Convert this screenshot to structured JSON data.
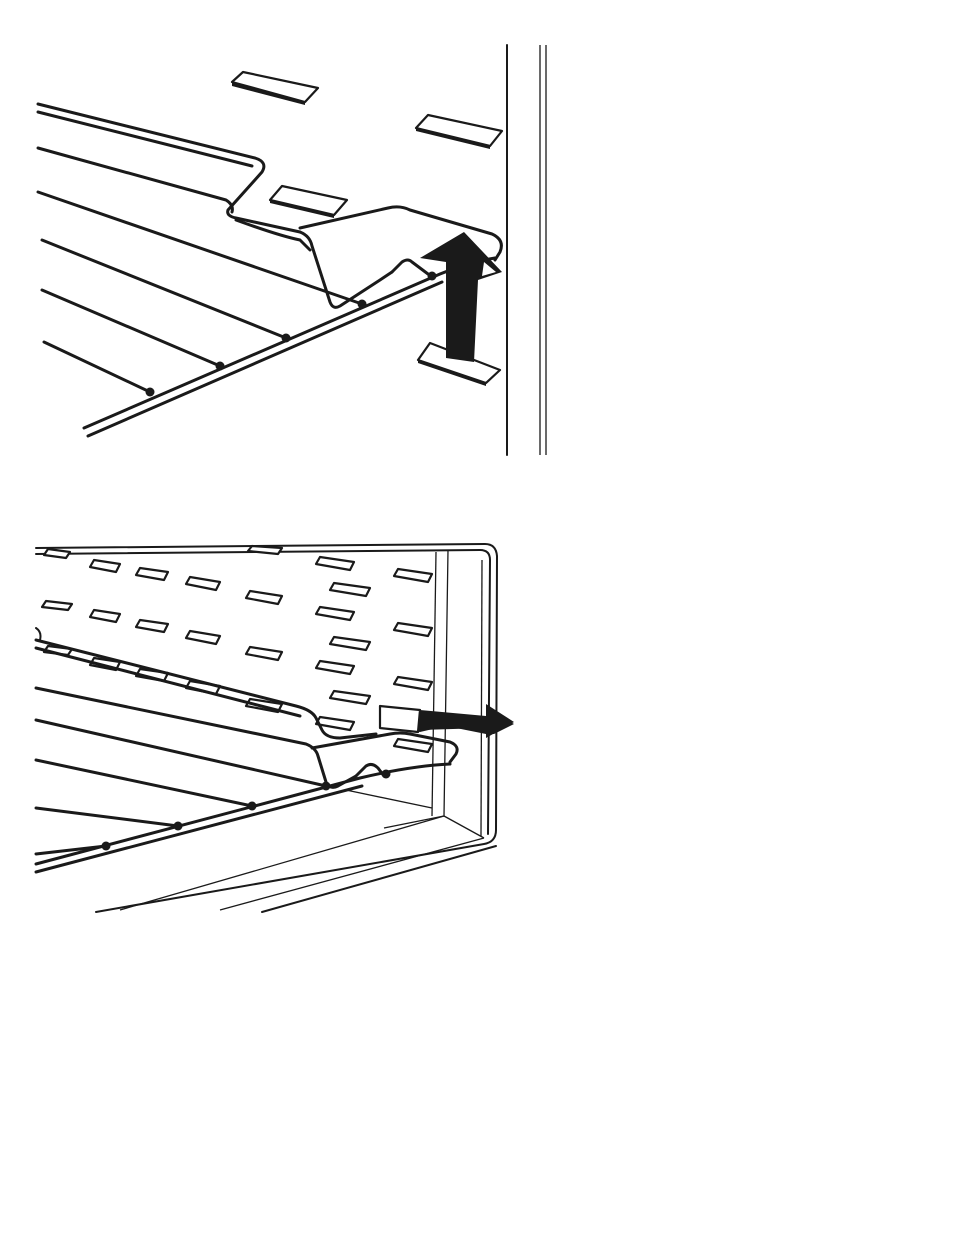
{
  "figures": [
    {
      "id": "remove-rack-step-1",
      "arrow": "up"
    },
    {
      "id": "remove-rack-step-2",
      "arrow": "out"
    }
  ],
  "colors": {
    "line": "#1a1a1a",
    "background": "#ffffff"
  },
  "icons": [
    "arrow-up-icon",
    "arrow-right-icon"
  ]
}
